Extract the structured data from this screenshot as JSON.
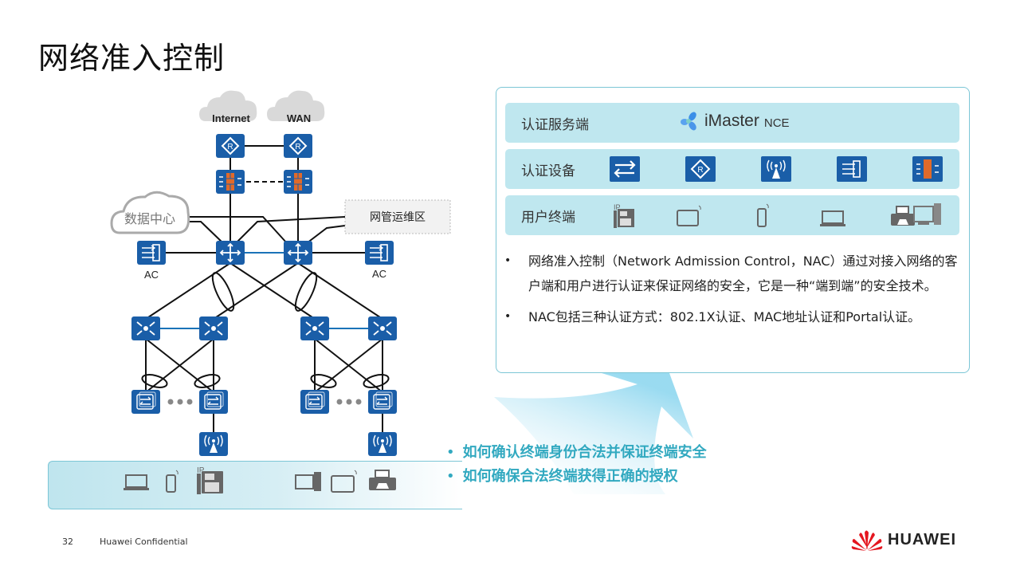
{
  "slide": {
    "title": "网络准入控制",
    "page_number": "32",
    "confidential": "Huawei Confidential",
    "brand": "HUAWEI",
    "colors": {
      "device_blue": "#1a5ea8",
      "band_cyan": "#bfe7ef",
      "panel_border": "#7cc6d6",
      "question_teal": "#32a9c0",
      "firewall_orange": "#e06a2a",
      "brand_red": "#e4161f"
    }
  },
  "topology": {
    "clouds": [
      {
        "label": "Internet",
        "icon": "cloud-icon"
      },
      {
        "label": "WAN",
        "icon": "cloud-icon"
      },
      {
        "label": "数据中心",
        "icon": "cloud-icon"
      }
    ],
    "management_zone": "网管运维区",
    "ac_left": "AC",
    "ac_right": "AC",
    "devices": [
      "router-icon",
      "firewall-icon",
      "core-switch-icon",
      "aggregation-switch-icon",
      "access-switch-icon",
      "wireless-ap-icon",
      "wireless-controller-icon"
    ],
    "terminals_left": [
      "laptop-icon",
      "smartphone-icon",
      "ip-phone-icon"
    ],
    "terminals_right": [
      "desktop-pc-icon",
      "tablet-icon",
      "printer-icon"
    ]
  },
  "panel": {
    "rows": [
      {
        "label": "认证服务端",
        "product": "iMaster",
        "product_suffix": "NCE"
      },
      {
        "label": "认证设备",
        "icons": [
          "switch-icon",
          "router-icon",
          "wireless-ap-icon",
          "wireless-controller-icon",
          "firewall-icon"
        ]
      },
      {
        "label": "用户终端",
        "icons": [
          "ip-phone-icon",
          "tablet-icon",
          "smartphone-icon",
          "laptop-icon",
          "printer-icon",
          "desktop-pc-icon"
        ]
      }
    ],
    "bullets": [
      "网络准入控制（Network Admission Control，NAC）通过对接入网络的客户端和用户进行认证来保证网络的安全，它是一种“端到端”的安全技术。",
      "NAC包括三种认证方式：802.1X认证、MAC地址认证和Portal认证。"
    ]
  },
  "questions": [
    "如何确认终端身份合法并保证终端安全",
    "如何确保合法终端获得正确的授权"
  ]
}
